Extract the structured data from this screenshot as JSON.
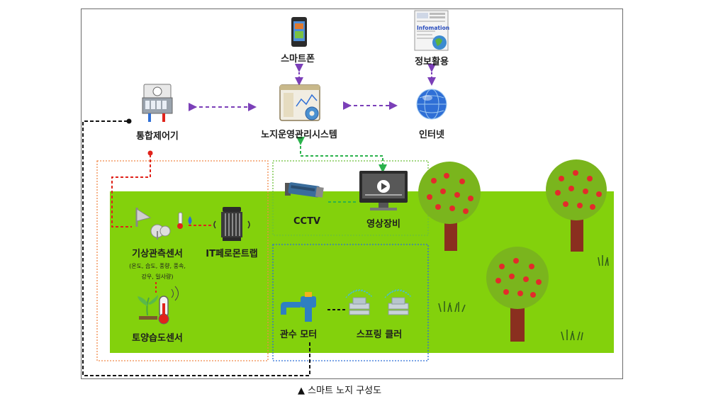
{
  "labels": {
    "smartphone": "스마트폰",
    "info_use": "정보활용",
    "integrated_controller": "통합제어기",
    "management_system": "노지운영관리시스템",
    "internet": "인터넷",
    "cctv": "CCTV",
    "video_equipment": "영상장비",
    "weather_sensor": "기상관측센서",
    "weather_sensor_detail_1": "(온도, 습도, 풍량, 풍속,",
    "weather_sensor_detail_2": "강우, 일사량)",
    "it_pheromone_trap": "IT페로몬트랩",
    "soil_moisture_sensor": "토양습도센서",
    "irrigation_motor": "관수 모터",
    "sprinkler": "스프링 클러"
  },
  "icon_text": {
    "info_card": "Infomation"
  },
  "caption": "▲ 스마트 노지 구성도",
  "colors": {
    "field": "#83d10c",
    "purple_link": "#7b3fb8",
    "green_link": "#2bb24c",
    "red_link": "#e0231b",
    "black_link": "#111111",
    "orange_box": "#f08a4b",
    "green_box": "#6cbf3a",
    "blue_box": "#2f6fd6",
    "tree_trunk": "#8a2f1f",
    "tree_canopy": "#7ab51d",
    "apple": "#e32b2b"
  }
}
